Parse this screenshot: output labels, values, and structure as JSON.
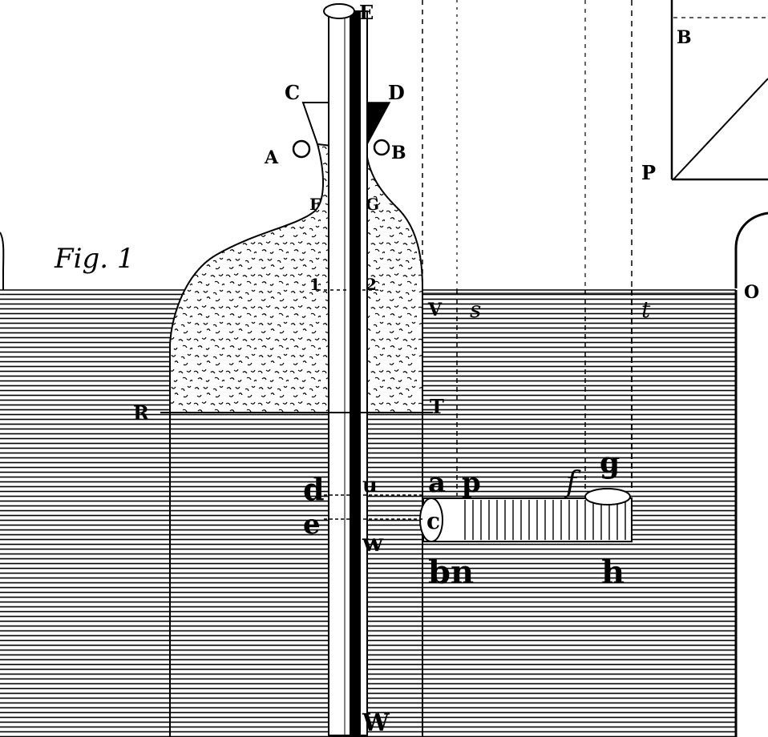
{
  "figure": {
    "caption": "Fig. 1",
    "ink_color": "#000000",
    "paper_color": "#ffffff",
    "labels": {
      "E": "E",
      "C": "C",
      "D": "D",
      "A": "A",
      "B_left": "B",
      "F": "F",
      "G": "G",
      "B_top": "B",
      "P_upper": "P",
      "O": "O",
      "one": "1",
      "two": "2",
      "V": "V",
      "s": "s",
      "t": "t",
      "R": "R",
      "T": "T",
      "d": "d",
      "u": "u",
      "a": "a",
      "p": "p",
      "f": "f",
      "g": "g",
      "c": "c",
      "e": "e",
      "w_mid": "w",
      "bn": "bn",
      "h": "h",
      "W_bottom": "W"
    }
  }
}
